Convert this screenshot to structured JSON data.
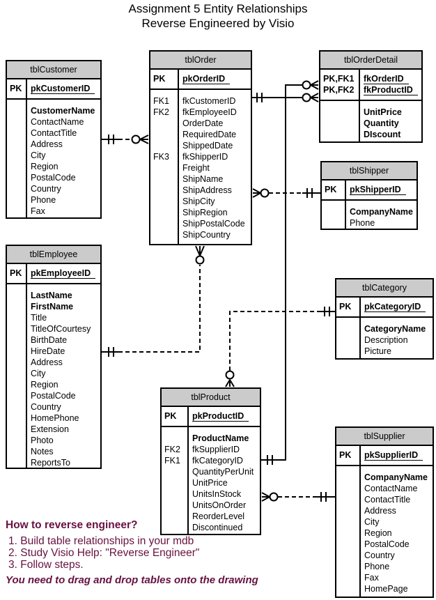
{
  "title": {
    "line1": "Assignment 5 Entity Relationships",
    "line2": "Reverse Engineered by Visio"
  },
  "colors": {
    "entity_header_bg": "#cbcbcb",
    "entity_border": "#000000",
    "connector": "#000000",
    "note_text": "#671140"
  },
  "tables": [
    {
      "name": "tblCustomer",
      "primary_keys": [
        {
          "key": "PK",
          "field": "pkCustomerID"
        }
      ],
      "fields": [
        {
          "key": "",
          "name": "CustomerName",
          "bold": true
        },
        {
          "key": "",
          "name": "ContactName"
        },
        {
          "key": "",
          "name": "ContactTitle"
        },
        {
          "key": "",
          "name": "Address"
        },
        {
          "key": "",
          "name": "City"
        },
        {
          "key": "",
          "name": "Region"
        },
        {
          "key": "",
          "name": "PostalCode"
        },
        {
          "key": "",
          "name": "Country"
        },
        {
          "key": "",
          "name": "Phone"
        },
        {
          "key": "",
          "name": "Fax"
        }
      ]
    },
    {
      "name": "tblOrder",
      "primary_keys": [
        {
          "key": "PK",
          "field": "pkOrderID"
        }
      ],
      "fields": [
        {
          "key": "FK1",
          "name": "fkCustomerID"
        },
        {
          "key": "FK2",
          "name": "fkEmployeeID"
        },
        {
          "key": "",
          "name": "OrderDate"
        },
        {
          "key": "",
          "name": "RequiredDate"
        },
        {
          "key": "",
          "name": "ShippedDate"
        },
        {
          "key": "FK3",
          "name": "fkShipperID"
        },
        {
          "key": "",
          "name": "Freight"
        },
        {
          "key": "",
          "name": "ShipName"
        },
        {
          "key": "",
          "name": "ShipAddress"
        },
        {
          "key": "",
          "name": "ShipCity"
        },
        {
          "key": "",
          "name": "ShipRegion"
        },
        {
          "key": "",
          "name": "ShipPostalCode"
        },
        {
          "key": "",
          "name": "ShipCountry"
        }
      ]
    },
    {
      "name": "tblOrderDetail",
      "primary_keys": [
        {
          "key": "PK,FK1",
          "field": "fkOrderID"
        },
        {
          "key": "PK,FK2",
          "field": "fkProductID"
        }
      ],
      "fields": [
        {
          "key": "",
          "name": "UnitPrice",
          "bold": true
        },
        {
          "key": "",
          "name": "Quantity",
          "bold": true
        },
        {
          "key": "",
          "name": "DIscount",
          "bold": true
        }
      ]
    },
    {
      "name": "tblShipper",
      "primary_keys": [
        {
          "key": "PK",
          "field": "pkShipperID"
        }
      ],
      "fields": [
        {
          "key": "",
          "name": "CompanyName",
          "bold": true
        },
        {
          "key": "",
          "name": "Phone"
        }
      ]
    },
    {
      "name": "tblEmployee",
      "primary_keys": [
        {
          "key": "PK",
          "field": "pkEmployeeID"
        }
      ],
      "fields": [
        {
          "key": "",
          "name": "LastName",
          "bold": true
        },
        {
          "key": "",
          "name": "FirstName",
          "bold": true
        },
        {
          "key": "",
          "name": "Title"
        },
        {
          "key": "",
          "name": "TitleOfCourtesy"
        },
        {
          "key": "",
          "name": "BirthDate"
        },
        {
          "key": "",
          "name": "HireDate"
        },
        {
          "key": "",
          "name": "Address"
        },
        {
          "key": "",
          "name": "City"
        },
        {
          "key": "",
          "name": "Region"
        },
        {
          "key": "",
          "name": "PostalCode"
        },
        {
          "key": "",
          "name": "Country"
        },
        {
          "key": "",
          "name": "HomePhone"
        },
        {
          "key": "",
          "name": "Extension"
        },
        {
          "key": "",
          "name": "Photo"
        },
        {
          "key": "",
          "name": "Notes"
        },
        {
          "key": "",
          "name": "ReportsTo"
        }
      ]
    },
    {
      "name": "tblCategory",
      "primary_keys": [
        {
          "key": "PK",
          "field": "pkCategoryID"
        }
      ],
      "fields": [
        {
          "key": "",
          "name": "CategoryName",
          "bold": true
        },
        {
          "key": "",
          "name": "Description"
        },
        {
          "key": "",
          "name": "Picture"
        }
      ]
    },
    {
      "name": "tblProduct",
      "primary_keys": [
        {
          "key": "PK",
          "field": "pkProductID"
        }
      ],
      "fields": [
        {
          "key": "",
          "name": "ProductName",
          "bold": true
        },
        {
          "key": "FK2",
          "name": "fkSupplierID"
        },
        {
          "key": "FK1",
          "name": "fkCategoryID"
        },
        {
          "key": "",
          "name": "QuantityPerUnit"
        },
        {
          "key": "",
          "name": "UnitPrice"
        },
        {
          "key": "",
          "name": "UnitsInStock"
        },
        {
          "key": "",
          "name": "UnitsOnOrder"
        },
        {
          "key": "",
          "name": "ReorderLevel"
        },
        {
          "key": "",
          "name": "Discontinued"
        }
      ]
    },
    {
      "name": "tblSupplier",
      "primary_keys": [
        {
          "key": "PK",
          "field": "pkSupplierID"
        }
      ],
      "fields": [
        {
          "key": "",
          "name": "CompanyName",
          "bold": true
        },
        {
          "key": "",
          "name": "ContactName"
        },
        {
          "key": "",
          "name": "ContactTitle"
        },
        {
          "key": "",
          "name": "Address"
        },
        {
          "key": "",
          "name": "City"
        },
        {
          "key": "",
          "name": "Region"
        },
        {
          "key": "",
          "name": "PostalCode"
        },
        {
          "key": "",
          "name": "Country"
        },
        {
          "key": "",
          "name": "Phone"
        },
        {
          "key": "",
          "name": "Fax"
        },
        {
          "key": "",
          "name": "HomePage"
        }
      ]
    }
  ],
  "relationships": [
    {
      "one_side": "tblCustomer",
      "many_side": "tblOrder",
      "line": "dashed",
      "many_symbol": "zero-or-many",
      "one_symbol": "exactly-one"
    },
    {
      "one_side": "tblEmployee",
      "many_side": "tblOrder",
      "line": "dashed",
      "many_symbol": "zero-or-many",
      "one_symbol": "exactly-one"
    },
    {
      "one_side": "tblOrder",
      "many_side": "tblOrderDetail",
      "line": "solid",
      "many_symbol": "zero-or-many",
      "one_symbol": "exactly-one"
    },
    {
      "one_side": "tblProduct",
      "many_side": "tblOrderDetail",
      "line": "solid",
      "many_symbol": "zero-or-many",
      "one_symbol": "exactly-one"
    },
    {
      "one_side": "tblShipper",
      "many_side": "tblOrder",
      "line": "dashed",
      "many_symbol": "zero-or-many",
      "one_symbol": "exactly-one"
    },
    {
      "one_side": "tblCategory",
      "many_side": "tblProduct",
      "line": "dashed",
      "many_symbol": "zero-or-many",
      "one_symbol": "exactly-one"
    },
    {
      "one_side": "tblSupplier",
      "many_side": "tblProduct",
      "line": "dashed",
      "many_symbol": "zero-or-many",
      "one_symbol": "exactly-one"
    }
  ],
  "notes": {
    "heading": "How to reverse engineer?",
    "steps": [
      "1. Build table relationships in your mdb",
      "2. Study Visio Help: \"Reverse Engineer\"",
      "3. Follow steps."
    ],
    "footnote": "You need to drag and drop tables onto the drawing"
  }
}
